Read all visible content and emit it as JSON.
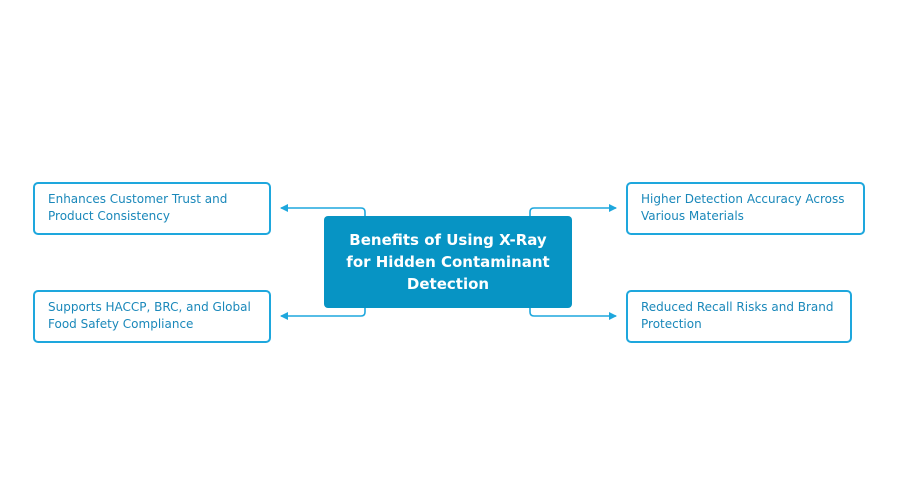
{
  "center": {
    "title": "Benefits of Using X-Ray for Hidden Contaminant Detection"
  },
  "branches": [
    {
      "text": "Enhances Customer Trust and Product Consistency"
    },
    {
      "text": "Supports HACCP, BRC, and Global Food Safety Compliance"
    },
    {
      "text": "Higher Detection Accuracy Across Various Materials"
    },
    {
      "text": "Reduced Recall Risks and Brand Protection"
    }
  ],
  "colors": {
    "center_fill": "#0794c4",
    "center_text": "#ffffff",
    "leaf_border": "#1ea7dd",
    "leaf_text": "#1a88ba",
    "connector": "#1ea7dd"
  }
}
